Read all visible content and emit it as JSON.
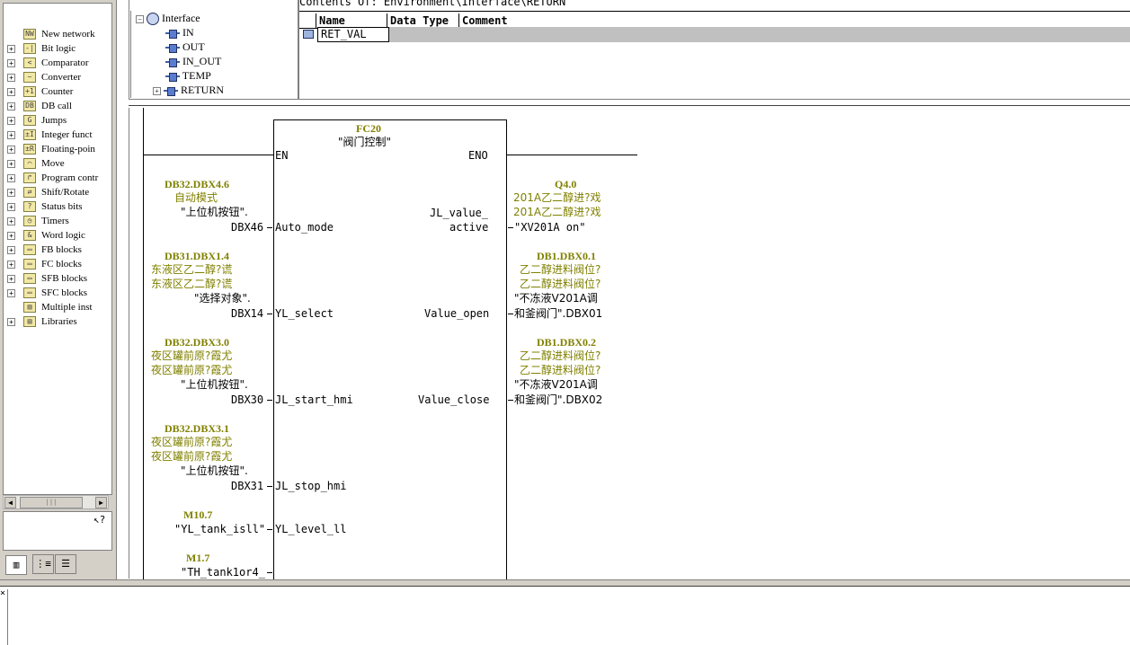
{
  "catalog": {
    "items": [
      {
        "label": "New network",
        "icon": "new-network-icon",
        "expand": false
      },
      {
        "label": "Bit logic",
        "icon": "bit-logic-icon",
        "expand": true
      },
      {
        "label": "Comparator",
        "icon": "comparator-icon",
        "expand": true
      },
      {
        "label": "Converter",
        "icon": "converter-icon",
        "expand": true
      },
      {
        "label": "Counter",
        "icon": "counter-icon",
        "expand": true
      },
      {
        "label": "DB call",
        "icon": "db-call-icon",
        "expand": true
      },
      {
        "label": "Jumps",
        "icon": "jumps-icon",
        "expand": true
      },
      {
        "label": "Integer funct",
        "icon": "integer-function-icon",
        "expand": true
      },
      {
        "label": "Floating-poin",
        "icon": "floating-point-icon",
        "expand": true
      },
      {
        "label": "Move",
        "icon": "move-icon",
        "expand": true
      },
      {
        "label": "Program contr",
        "icon": "program-control-icon",
        "expand": true
      },
      {
        "label": "Shift/Rotate",
        "icon": "shift-rotate-icon",
        "expand": true
      },
      {
        "label": "Status bits",
        "icon": "status-bits-icon",
        "expand": true
      },
      {
        "label": "Timers",
        "icon": "timers-icon",
        "expand": true
      },
      {
        "label": "Word logic",
        "icon": "word-logic-icon",
        "expand": true
      },
      {
        "label": "FB blocks",
        "icon": "fb-blocks-icon",
        "expand": true
      },
      {
        "label": "FC blocks",
        "icon": "fc-blocks-icon",
        "expand": true
      },
      {
        "label": "SFB blocks",
        "icon": "sfb-blocks-icon",
        "expand": true
      },
      {
        "label": "SFC blocks",
        "icon": "sfc-blocks-icon",
        "expand": true
      },
      {
        "label": "Multiple inst",
        "icon": "multiple-instance-icon",
        "expand": false
      },
      {
        "label": "Libraries",
        "icon": "libraries-icon",
        "expand": true
      }
    ]
  },
  "interface": {
    "root": "Interface",
    "items": [
      "IN",
      "OUT",
      "IN_OUT",
      "TEMP",
      "RETURN"
    ]
  },
  "contents": {
    "header": "Contents Of:  Environment\\Interface\\RETURN",
    "columns": [
      "Name",
      "Data Type",
      "Comment"
    ],
    "row_name": "RET_VAL"
  },
  "block": {
    "number": "FC20",
    "symbol": "\"阀门控制\"",
    "en": "EN",
    "eno": "ENO"
  },
  "inputs": [
    {
      "pin": "Auto_mode",
      "address": "DB32.DBX4.6",
      "comment1": "自动模式",
      "comment2": "",
      "symbol": "\"上位机按钮\".",
      "short": "DBX46"
    },
    {
      "pin": "YL_select",
      "address": "DB31.DBX1.4",
      "comment1": "东液区乙二醇?谎",
      "comment2": "东液区乙二醇?谎",
      "symbol": "\"选择对象\".",
      "short": "DBX14"
    },
    {
      "pin": "JL_start_hmi",
      "address": "DB32.DBX3.0",
      "comment1": "夜区罐前原?霞尤",
      "comment2": "夜区罐前原?霞尤",
      "symbol": "\"上位机按钮\".",
      "short": "DBX30"
    },
    {
      "pin": "JL_stop_hmi",
      "address": "DB32.DBX3.1",
      "comment1": "夜区罐前原?霞尤",
      "comment2": "夜区罐前原?霞尤",
      "symbol": "\"上位机按钮\".",
      "short": "DBX31"
    },
    {
      "pin": "YL_level_ll",
      "address": "M10.7",
      "symbol": "\"YL_tank_isll\""
    },
    {
      "pin": "",
      "address": "M1.7",
      "symbol": "\"TH_tank1or4_"
    }
  ],
  "outputs": [
    {
      "pin1": "JL_value_",
      "pin2": "active",
      "address": "Q4.0",
      "comment1": "201A乙二醇进?戏",
      "comment2": "201A乙二醇进?戏",
      "symbol": "\"XV201A on\""
    },
    {
      "pin1": "Value_open",
      "pin2": "",
      "address": "DB1.DBX0.1",
      "comment1": "乙二醇进料阀位?",
      "comment2": "乙二醇进料阀位?",
      "symbol1": "\"不冻液V201A调",
      "symbol2": "和釜阀门\".DBX01"
    },
    {
      "pin1": "Value_close",
      "pin2": "",
      "address": "DB1.DBX0.2",
      "comment1": "乙二醇进料阀位?",
      "comment2": "乙二醇进料阀位?",
      "symbol1": "\"不冻液V201A调",
      "symbol2": "和釜阀门\".DBX02"
    }
  ],
  "colors": {
    "operand": "#808000",
    "panel": "#d4d0c8"
  }
}
